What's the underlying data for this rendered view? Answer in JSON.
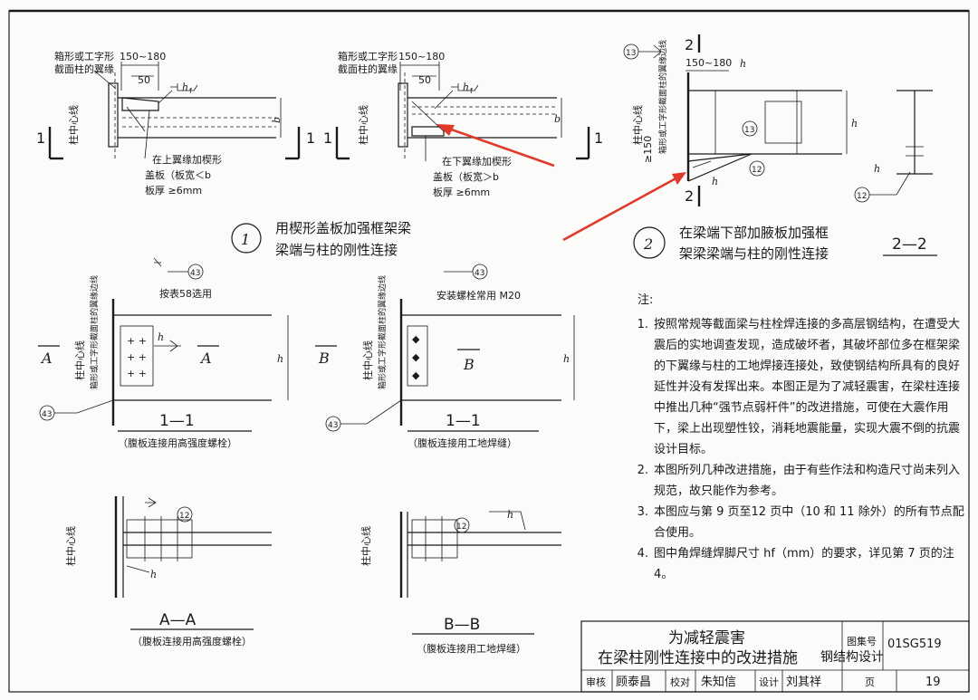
{
  "detail1": {
    "number": "1",
    "title_line1": "用楔形盖板加强框架梁",
    "title_line2": "梁端与柱的刚性连接",
    "column_flange_note_line1": "箱形或工字形",
    "column_flange_note_line2": "截面柱的翼缘",
    "dim_150_180": "150~180",
    "dim_50": "50",
    "weld_hf": "h",
    "weld_hf_sub": "f",
    "bf": "b",
    "bf_sub": "f",
    "section_mark": "1",
    "col_axis": "柱中心线",
    "top_plate_line1": "在上翼缘加楔形",
    "top_plate_line2": "盖板（板宽＜b",
    "top_plate_line2_tail": "）",
    "top_plate_line3": "板厚 ≥6mm",
    "bottom_plate_line1": "在下翼缘加楔形",
    "bottom_plate_line2": "盖板（板宽＞b",
    "bottom_plate_line2_tail": "）",
    "bottom_plate_line3": "板厚 ≥6mm"
  },
  "detail2": {
    "number": "2",
    "title_line1": "在梁端下部加腋板加强框",
    "title_line2": "架梁梁端与柱的刚性连接",
    "section_2_2": "2—2",
    "section_mark": "2",
    "weld_13": "13",
    "weld_12": "12",
    "dim_150_180": "150~180",
    "dim_ge150": "≥150",
    "hb": "h",
    "hb_sub": "b",
    "hf": "h",
    "hf_sub": "f",
    "col_flange_note": "箱形或工字形截面柱的翼缘边线",
    "col_axis": "柱中心线"
  },
  "section11_left": {
    "weld_43": "43",
    "bolt_note": "按表58选用",
    "label_A": "A",
    "hf": "h",
    "hf_sub": "f",
    "hb": "h",
    "hb_sub": "b",
    "title": "1—1",
    "caption": "（腹板连接用高强度螺栓）",
    "col_axis": "柱中心线",
    "flange_note": "箱形或工字形截面柱的翼缘边线"
  },
  "section11_right": {
    "weld_43": "43",
    "bolt_note": "安装螺栓常用 M20",
    "label_B": "B",
    "hb": "h",
    "hb_sub": "b",
    "title": "1—1",
    "caption": "（腹板连接用工地焊缝）",
    "col_axis": "柱中心线",
    "flange_note": "箱形或工字形截面柱的翼缘边线"
  },
  "sectionAA": {
    "weld_12": "12",
    "hf": "h",
    "hf_sub": "f",
    "col_axis": "柱中心线",
    "title": "A—A",
    "caption": "（腹板连接用高强度螺栓）"
  },
  "sectionBB": {
    "weld_12": "12",
    "hf": "h",
    "hf_sub": "f",
    "col_axis": "柱中心线",
    "title": "B—B",
    "caption": "（腹板连接用工地焊缝）"
  },
  "notes": {
    "heading": "注:",
    "items": [
      {
        "num": "1.",
        "text": "按照常规等截面梁与柱栓焊连接的多高层钢结构，在遭受大震后的实地调查发现，造成破坏者，其破坏部位多在框架梁的下翼缘与柱的工地焊接连接处，致使钢结构所具有的良好延性并没有发挥出来。本图正是为了减轻震害，在梁柱连接中推出几种“强节点弱杆件”的改进措施，可使在大震作用下，梁上出现塑性铰，消耗地震能量，实现大震不倒的抗震设计目标。"
      },
      {
        "num": "2.",
        "text": "本图所列几种改进措施，由于有些作法和构造尺寸尚未列入规范，故只能作为参考。"
      },
      {
        "num": "3.",
        "text": "本图应与第 9 页至12 页中（10 和 11 除外）的所有节点配合使用。"
      },
      {
        "num": "4.",
        "text": "图中角焊缝焊脚尺寸 hf（mm）的要求，详见第 7 页的注4。"
      }
    ]
  },
  "title_block": {
    "title_line1": "为减轻震害",
    "title_line2": "在梁柱刚性连接中的改进措施",
    "atlas_label": "图集号",
    "atlas_no": "01SG519",
    "watermark": "钢结构设计",
    "review_label": "审核",
    "review_name": "顾泰昌",
    "check_label": "校对",
    "check_name": "朱知信",
    "design_label": "设计",
    "design_name": "刘其祥",
    "page_label": "页",
    "page_no": "19"
  },
  "colors": {
    "ink": "#1a1a1a",
    "annotation_arrow": "#e03a2a",
    "paper": "#fbfbfa"
  }
}
